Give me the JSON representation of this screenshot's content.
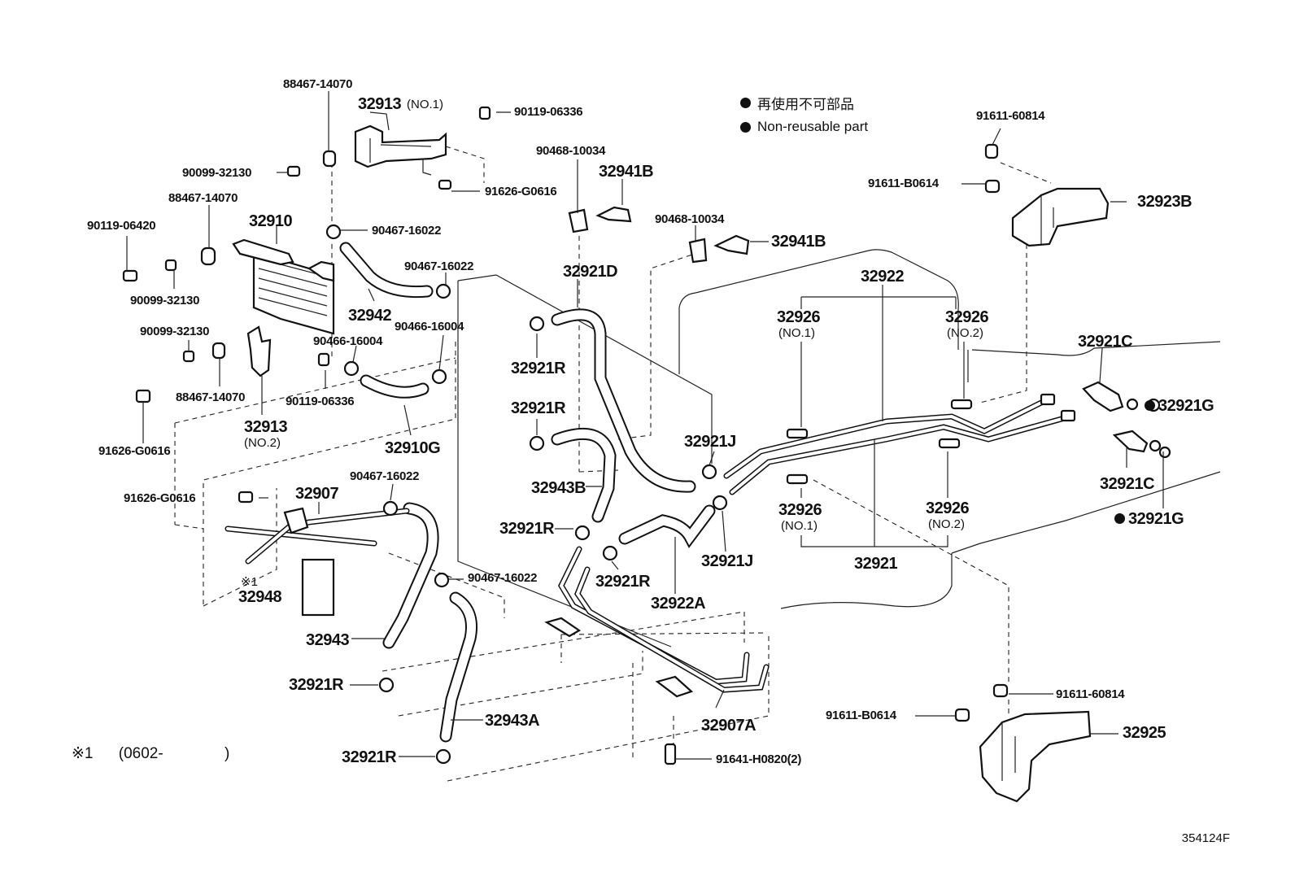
{
  "legend": {
    "jp": "再使用不可部品",
    "en": "Non-reusable part"
  },
  "footnote": {
    "mark": "※1",
    "range": "(0602-",
    "close": ")"
  },
  "diagram_code": "354124F",
  "labels": {
    "p88467_14070_a": "88467-14070",
    "p32913_no1": "32913",
    "p32913_no1_sub": "(NO.1)",
    "p90119_06336_a": "90119-06336",
    "p90099_32130_a": "90099-32130",
    "p91626_G0616_a": "91626-G0616",
    "p88467_14070_b": "88467-14070",
    "p90119_06420": "90119-06420",
    "p32910": "32910",
    "p90467_16022_a": "90467-16022",
    "p90099_32130_b": "90099-32130",
    "p90467_16022_b": "90467-16022",
    "p32942": "32942",
    "p90466_16004_a": "90466-16004",
    "p90099_32130_c": "90099-32130",
    "p90466_16004_b": "90466-16004",
    "p88467_14070_c": "88467-14070",
    "p90119_06336_b": "90119-06336",
    "p91626_G0616_b": "91626-G0616",
    "p32913_no2": "32913",
    "p32913_no2_sub": "(NO.2)",
    "p32910G": "32910G",
    "p90468_10034_a": "90468-10034",
    "p32941B_a": "32941B",
    "p90468_10034_b": "90468-10034",
    "p32941B_b": "32941B",
    "p32921D": "32921D",
    "p32921R_a": "32921R",
    "p32921R_b": "32921R",
    "p32943B": "32943B",
    "p32921R_c": "32921R",
    "p32921R_d": "32921R",
    "p32922A": "32922A",
    "p32921J_a": "32921J",
    "p32921J_b": "32921J",
    "p91626_G0616_c": "91626-G0616",
    "p32907": "32907",
    "p90467_16022_c": "90467-16022",
    "p90467_16022_d": "90467-16022",
    "p32948_mark": "※1",
    "p32948": "32948",
    "p32943": "32943",
    "p32921R_e": "32921R",
    "p32943A": "32943A",
    "p32921R_f": "32921R",
    "p32907A": "32907A",
    "p91641_H0820": "91641-H0820(2)",
    "p32922": "32922",
    "p32926_no1_a": "32926",
    "p32926_no1_a_sub": "(NO.1)",
    "p32926_no2_a": "32926",
    "p32926_no2_a_sub": "(NO.2)",
    "p32926_no1_b": "32926",
    "p32926_no1_b_sub": "(NO.1)",
    "p32926_no2_b": "32926",
    "p32926_no2_b_sub": "(NO.2)",
    "p32921": "32921",
    "p91611_60814_a": "91611-60814",
    "p91611_B0614_a": "91611-B0614",
    "p32923B": "32923B",
    "p32921C_a": "32921C",
    "p32921G_a": "32921G",
    "p32921C_b": "32921C",
    "p32921G_b": "32921G",
    "p91611_60814_b": "91611-60814",
    "p91611_B0614_b": "91611-B0614",
    "p32925": "32925"
  }
}
